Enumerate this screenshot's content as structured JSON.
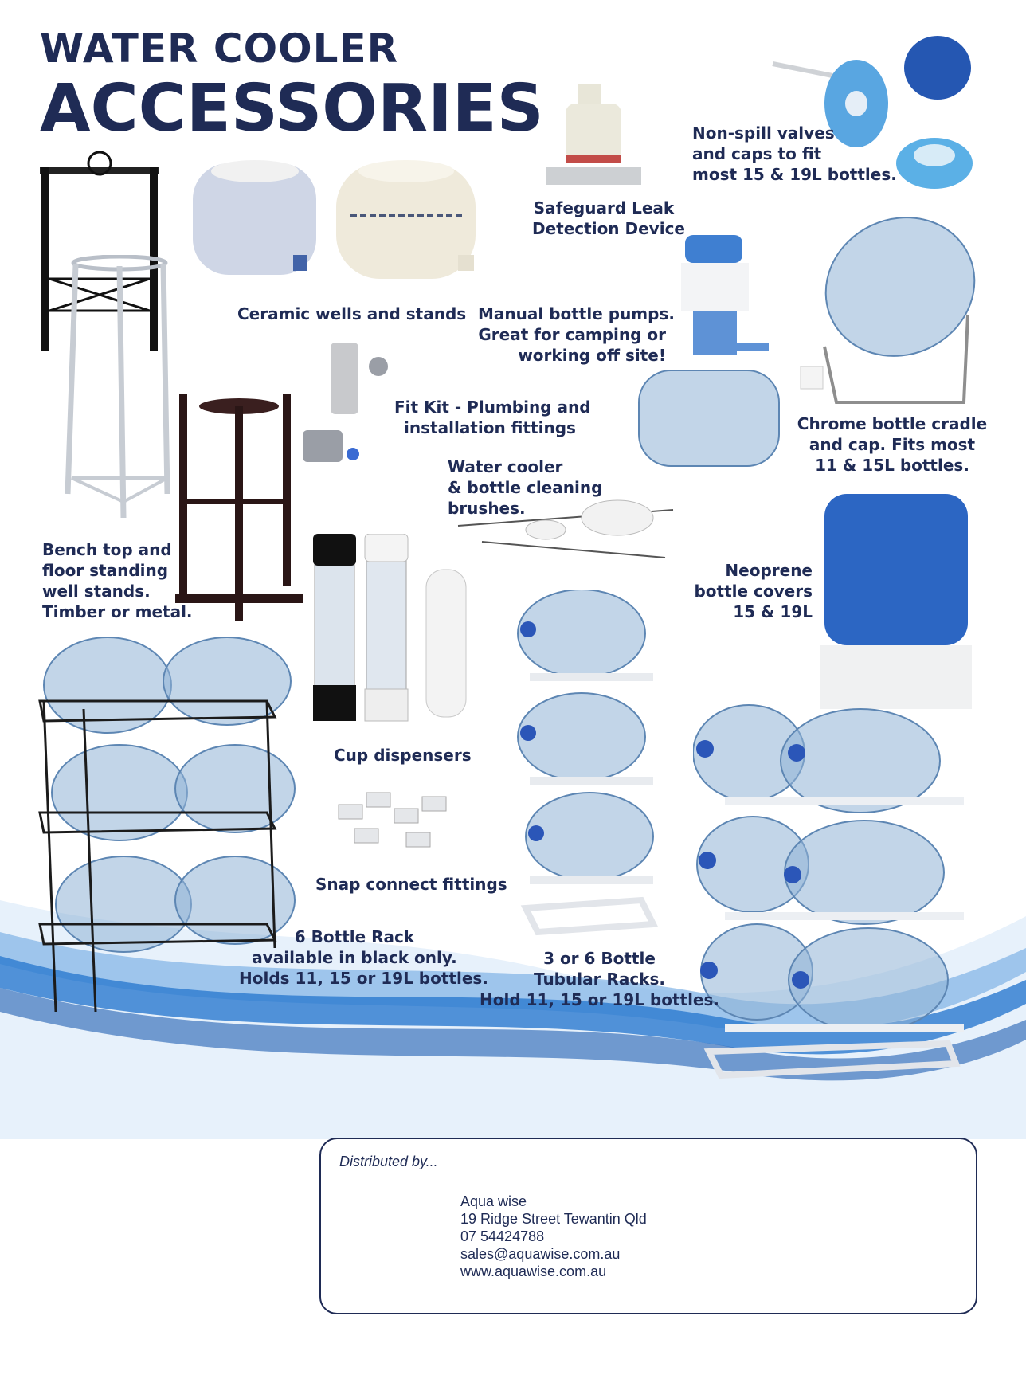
{
  "header": {
    "title_line1": "WATER COOLER",
    "title_line2": "ACCESSORIES"
  },
  "products": {
    "ceramic": "Ceramic wells and stands",
    "leak": [
      "Safeguard Leak",
      "Detection Device"
    ],
    "nonspill": [
      "Non-spill valves",
      "and caps to fit",
      "most 15 & 19L bottles."
    ],
    "pumps": [
      "Manual bottle pumps.",
      "Great for camping or",
      "working off site!"
    ],
    "cradle": [
      "Chrome bottle cradle",
      "and cap. Fits most",
      "11 & 15L bottles."
    ],
    "fitkit": [
      "Fit Kit - Plumbing and",
      "installation fittings"
    ],
    "brushes": [
      "Water cooler",
      "& bottle cleaning",
      "brushes."
    ],
    "stands": [
      "Bench top and",
      "floor standing",
      "well stands.",
      "Timber or metal."
    ],
    "neoprene": [
      "Neoprene",
      "bottle covers",
      "15 & 19L"
    ],
    "cups": "Cup dispensers",
    "snap": "Snap connect fittings",
    "rack6": [
      "6 Bottle Rack",
      "available in black only.",
      "Holds 11, 15 or 19L bottles."
    ],
    "tubular": [
      "3 or 6 Bottle",
      "Tubular Racks.",
      "Hold 11, 15 or 19L bottles."
    ]
  },
  "distributor": {
    "heading": "Distributed by...",
    "name": "Aqua wise",
    "address": "19 Ridge Street Tewantin Qld",
    "phone": "07 54424788",
    "email": "sales@aquawise.com.au",
    "web": "www.aquawise.com.au"
  },
  "colors": {
    "navy": "#1f2b55",
    "wave_blue": "#1f6fc4",
    "bottle_blue": "#8fb3d6",
    "cap_blue": "#2b56b8"
  }
}
